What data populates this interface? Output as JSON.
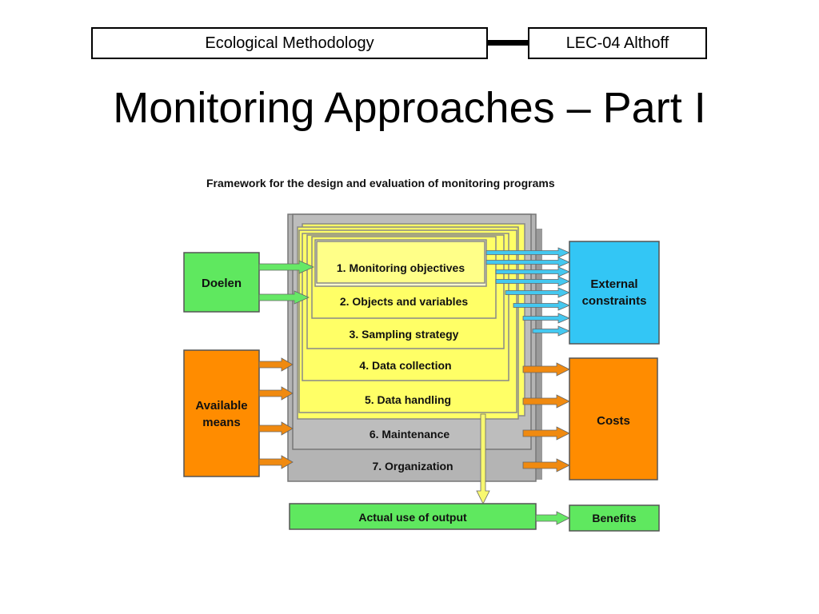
{
  "header": {
    "course": "Ecological Methodology",
    "lecture": "LEC-04    Althoff"
  },
  "slide": {
    "title": "Monitoring Approaches – Part I"
  },
  "diagram": {
    "title": "Framework for the design and evaluation of monitoring programs",
    "steps": [
      "1. Monitoring objectives",
      "2. Objects and variables",
      "3. Sampling strategy",
      "4. Data collection",
      "5. Data handling",
      "6. Maintenance",
      "7.  Organization"
    ],
    "left_boxes": {
      "goals": "Doelen",
      "means_line1": "Available",
      "means_line2": "means"
    },
    "right_boxes": {
      "constraints_line1": "External",
      "constraints_line2": "constraints",
      "costs": "Costs",
      "benefits": "Benefits"
    },
    "output_box": "Actual use of output",
    "colors": {
      "green": "#5fe85f",
      "orange": "#ff8c00",
      "blue": "#33c6f5",
      "yellow": "#ffff66",
      "gray": "#b8b8b8",
      "arrow_blue": "#44c8f0",
      "arrow_orange": "#f08a10",
      "arrow_green": "#66e866",
      "arrow_yellow": "#f8f870"
    }
  }
}
